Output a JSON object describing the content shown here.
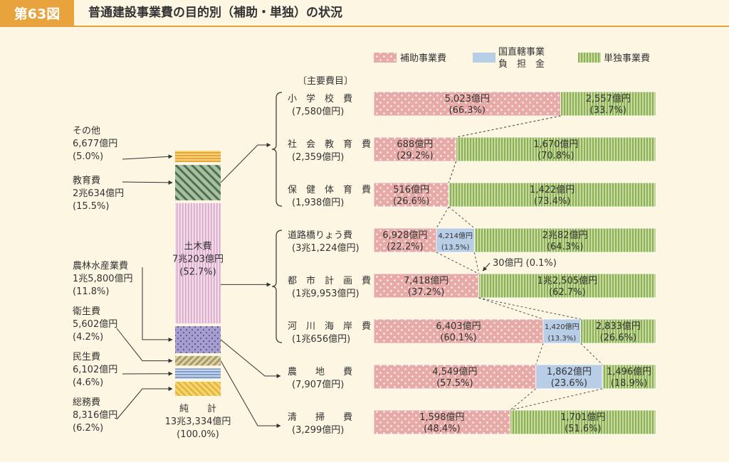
{
  "figure": {
    "number": "第63図",
    "title": "普通建設事業費の目的別（補助・単独）の状況"
  },
  "colors": {
    "hojo": "#e8aaa6",
    "kokuchoku": "#b8cde6",
    "tandoku": "#a8c772",
    "accent": "#e8a33d"
  },
  "legend": {
    "hojo": "補助事業費",
    "kokuchoku_1": "国直轄事業",
    "kokuchoku_2": "負　担　金",
    "tandoku": "単独事業費"
  },
  "total": {
    "line1": "純　　計",
    "line2": "13兆3,334億円",
    "line3": "(100.0%)"
  },
  "main_header": "〔主要費目〕",
  "annotation_30": "30億円 (0.1%)",
  "chart_data": [
    {
      "type": "bar",
      "title": "目的別構成",
      "segments": [
        {
          "name": "総務費",
          "amount": "8,316億円",
          "pct_label": "(6.2%)",
          "pct": 6.2,
          "color": "#e8c14a"
        },
        {
          "name": "民生費",
          "amount": "6,102億円",
          "pct_label": "(4.6%)",
          "pct": 4.6,
          "color": "#8fa9cf"
        },
        {
          "name": "衛生費",
          "amount": "5,602億円",
          "pct_label": "(4.2%)",
          "pct": 4.2,
          "color": "#b2a47a"
        },
        {
          "name": "農林水産業費",
          "amount": "1兆5,800億円",
          "pct_label": "(11.8%)",
          "pct": 11.8,
          "color": "#9a92c6"
        },
        {
          "name": "土木費",
          "amount": "7兆203億円",
          "pct_label": "(52.7%)",
          "pct": 52.7,
          "color": "#e5b9d6"
        },
        {
          "name": "教育費",
          "amount": "2兆634億円",
          "pct_label": "(15.5%)",
          "pct": 15.5,
          "color": "#6e8f6e"
        },
        {
          "name": "その他",
          "amount": "6,677億円",
          "pct_label": "(5.0%)",
          "pct": 5.0,
          "color": "#e8b73a"
        }
      ]
    },
    {
      "type": "bar",
      "stacked": true,
      "orientation": "horizontal",
      "series_names": [
        "補助事業費",
        "国直轄事業負担金",
        "単独事業費"
      ],
      "rows": [
        {
          "name": "小　学　校　費",
          "total": "(7,580億円)",
          "segs": [
            {
              "s": "hojo",
              "v": 66.3,
              "amount": "5,023億円",
              "pct": "(66.3%)"
            },
            {
              "s": "tandoku",
              "v": 33.7,
              "amount": "2,557億円",
              "pct": "(33.7%)"
            }
          ]
        },
        {
          "name": "社　会　教　育　費",
          "total": "(2,359億円)",
          "segs": [
            {
              "s": "hojo",
              "v": 29.2,
              "amount": "688億円",
              "pct": "(29.2%)"
            },
            {
              "s": "tandoku",
              "v": 70.8,
              "amount": "1,670億円",
              "pct": "(70.8%)"
            }
          ]
        },
        {
          "name": "保　健　体　育　費",
          "total": "(1,938億円)",
          "segs": [
            {
              "s": "hojo",
              "v": 26.6,
              "amount": "516億円",
              "pct": "(26.6%)"
            },
            {
              "s": "tandoku",
              "v": 73.4,
              "amount": "1,422億円",
              "pct": "(73.4%)"
            }
          ]
        },
        {
          "name": "道路橋りょう費",
          "total": "(3兆1,224億円)",
          "segs": [
            {
              "s": "hojo",
              "v": 22.2,
              "amount": "6,928億円",
              "pct": "(22.2%)"
            },
            {
              "s": "kokuchoku",
              "v": 13.5,
              "amount": "4,214億円",
              "pct": "(13.5%)"
            },
            {
              "s": "tandoku",
              "v": 64.3,
              "amount": "2兆82億円",
              "pct": "(64.3%)"
            }
          ]
        },
        {
          "name": "都　市　計　画　費",
          "total": "(1兆9,953億円)",
          "segs": [
            {
              "s": "hojo",
              "v": 37.2,
              "amount": "7,418億円",
              "pct": "(37.2%)"
            },
            {
              "s": "kokuchoku",
              "v": 0.1,
              "amount": "",
              "pct": ""
            },
            {
              "s": "tandoku",
              "v": 62.7,
              "amount": "1兆2,505億円",
              "pct": "(62.7%)"
            }
          ]
        },
        {
          "name": "河　川　海　岸　費",
          "total": "(1兆656億円)",
          "segs": [
            {
              "s": "hojo",
              "v": 60.1,
              "amount": "6,403億円",
              "pct": "(60.1%)"
            },
            {
              "s": "kokuchoku",
              "v": 13.3,
              "amount": "1,420億円",
              "pct": "(13.3%)"
            },
            {
              "s": "tandoku",
              "v": 26.6,
              "amount": "2,833億円",
              "pct": "(26.6%)"
            }
          ]
        },
        {
          "name": "農　　地　　費",
          "total": "(7,907億円)",
          "segs": [
            {
              "s": "hojo",
              "v": 57.5,
              "amount": "4,549億円",
              "pct": "(57.5%)"
            },
            {
              "s": "kokuchoku",
              "v": 23.6,
              "amount": "1,862億円",
              "pct": "(23.6%)"
            },
            {
              "s": "tandoku",
              "v": 18.9,
              "amount": "1,496億円",
              "pct": "(18.9%)"
            }
          ]
        },
        {
          "name": "清　　掃　　費",
          "total": "(3,299億円)",
          "segs": [
            {
              "s": "hojo",
              "v": 48.4,
              "amount": "1,598億円",
              "pct": "(48.4%)"
            },
            {
              "s": "tandoku",
              "v": 51.6,
              "amount": "1,701億円",
              "pct": "(51.6%)"
            }
          ]
        }
      ]
    }
  ]
}
